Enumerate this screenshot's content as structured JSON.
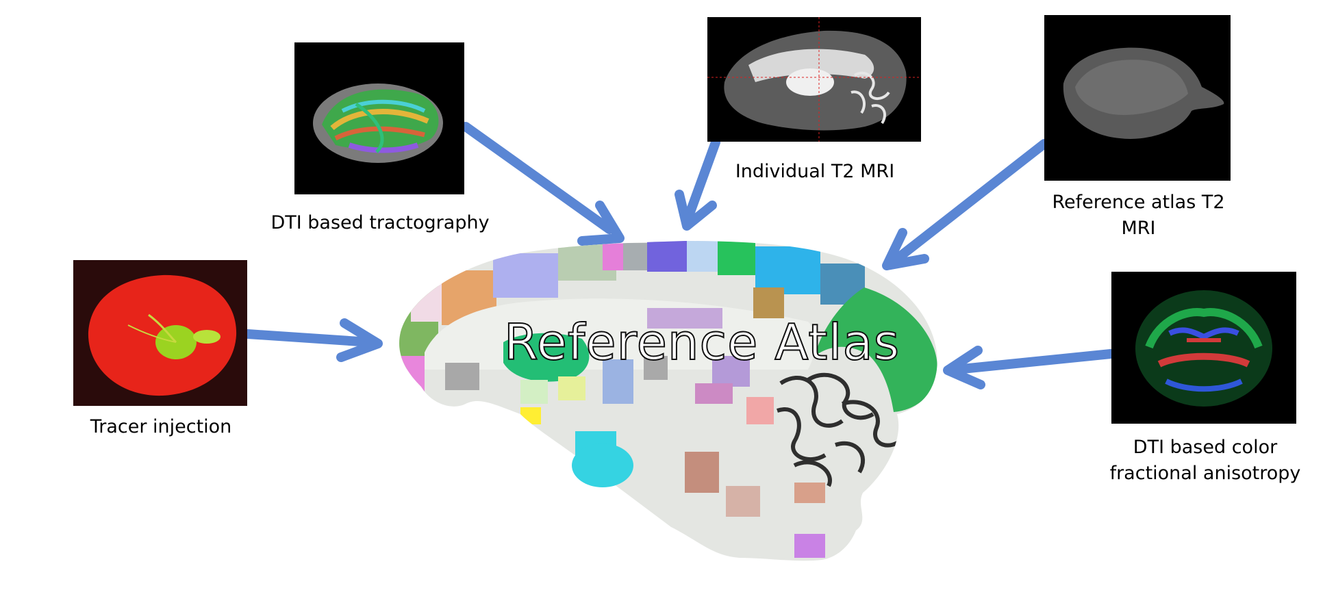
{
  "center": {
    "title": "Reference Atlas"
  },
  "inputs": [
    {
      "id": "tractography",
      "label": "DTI based tractography"
    },
    {
      "id": "t2-individual",
      "label": "Individual T2 MRI"
    },
    {
      "id": "t2-reference",
      "label_line1": "Reference atlas T2",
      "label_line2": "MRI"
    },
    {
      "id": "tracer",
      "label": "Tracer injection"
    },
    {
      "id": "color-fa",
      "label_line1": "DTI based color",
      "label_line2": "fractional anisotropy"
    }
  ],
  "colors": {
    "arrow": "#5a86d4",
    "panel_background": "#000000",
    "atlas_tissue": "#e4e6e2"
  },
  "icons": {
    "tractography": "brain-fiber-tracts-image",
    "t2-individual": "sagittal-mri-slice-image",
    "t2-reference": "3d-brain-render-image",
    "tracer": "red-brain-tracer-image",
    "color-fa": "coronal-fa-map-image"
  }
}
